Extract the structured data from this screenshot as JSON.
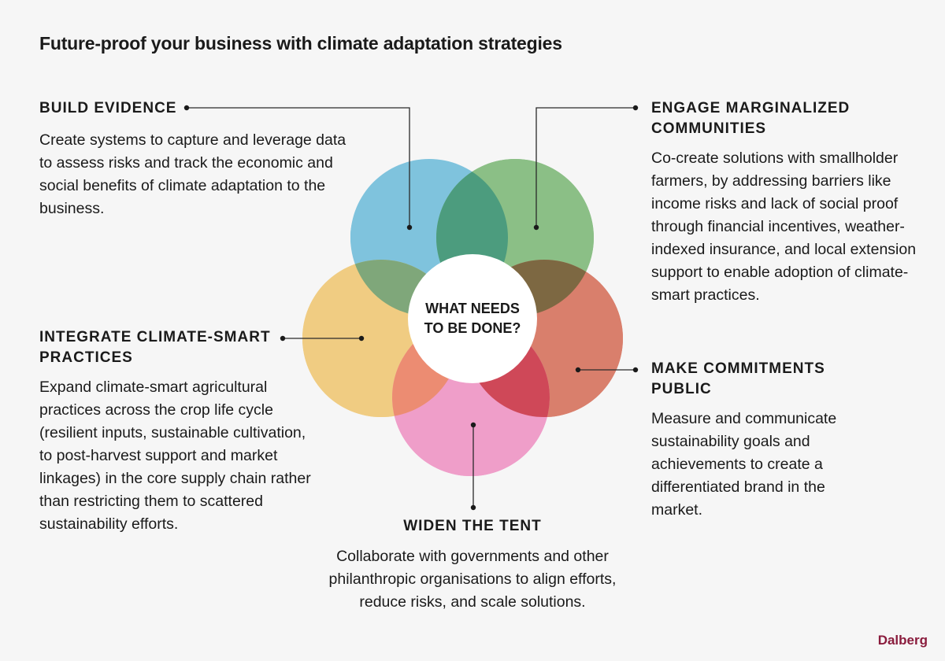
{
  "title": "Future-proof your business with climate adaptation strategies",
  "hub": {
    "line1": "WHAT NEEDS",
    "line2": "TO BE DONE?"
  },
  "sections": {
    "build_evidence": {
      "heading": "BUILD EVIDENCE",
      "body": "Create systems to capture and leverage data to assess risks and track the economic and social benefits of climate adaptation to the business.",
      "color": "#7fc3dd"
    },
    "engage_communities": {
      "heading_line1": "ENGAGE MARGINALIZED",
      "heading_line2": "COMMUNITIES",
      "body": "Co-create solutions with smallholder farmers, by addressing barriers like income risks and lack of social proof through financial incentives, weather-indexed insurance, and local extension support to enable adoption of climate-smart practices.",
      "color": "#8bbf86"
    },
    "integrate_practices": {
      "heading_line1": "INTEGRATE CLIMATE-SMART",
      "heading_line2": "PRACTICES",
      "body": "Expand climate-smart agricultural practices across the crop life cycle (resilient inputs, sustainable cultivation, to post-harvest support and market linkages) in the core supply chain rather than restricting them to scattered sustainability efforts.",
      "color": "#f0cc82"
    },
    "make_public": {
      "heading_line1": "MAKE COMMITMENTS",
      "heading_line2": "PUBLIC",
      "body": "Measure and communicate sustainability goals and achievements to create a differentiated brand in the market.",
      "color": "#d97f6c"
    },
    "widen_tent": {
      "heading": "WIDEN THE TENT",
      "body": "Collaborate with governments and other philanthropic organisations to align efforts, reduce risks, and scale solutions.",
      "color": "#ef9ec9"
    }
  },
  "brand": "Dalberg"
}
